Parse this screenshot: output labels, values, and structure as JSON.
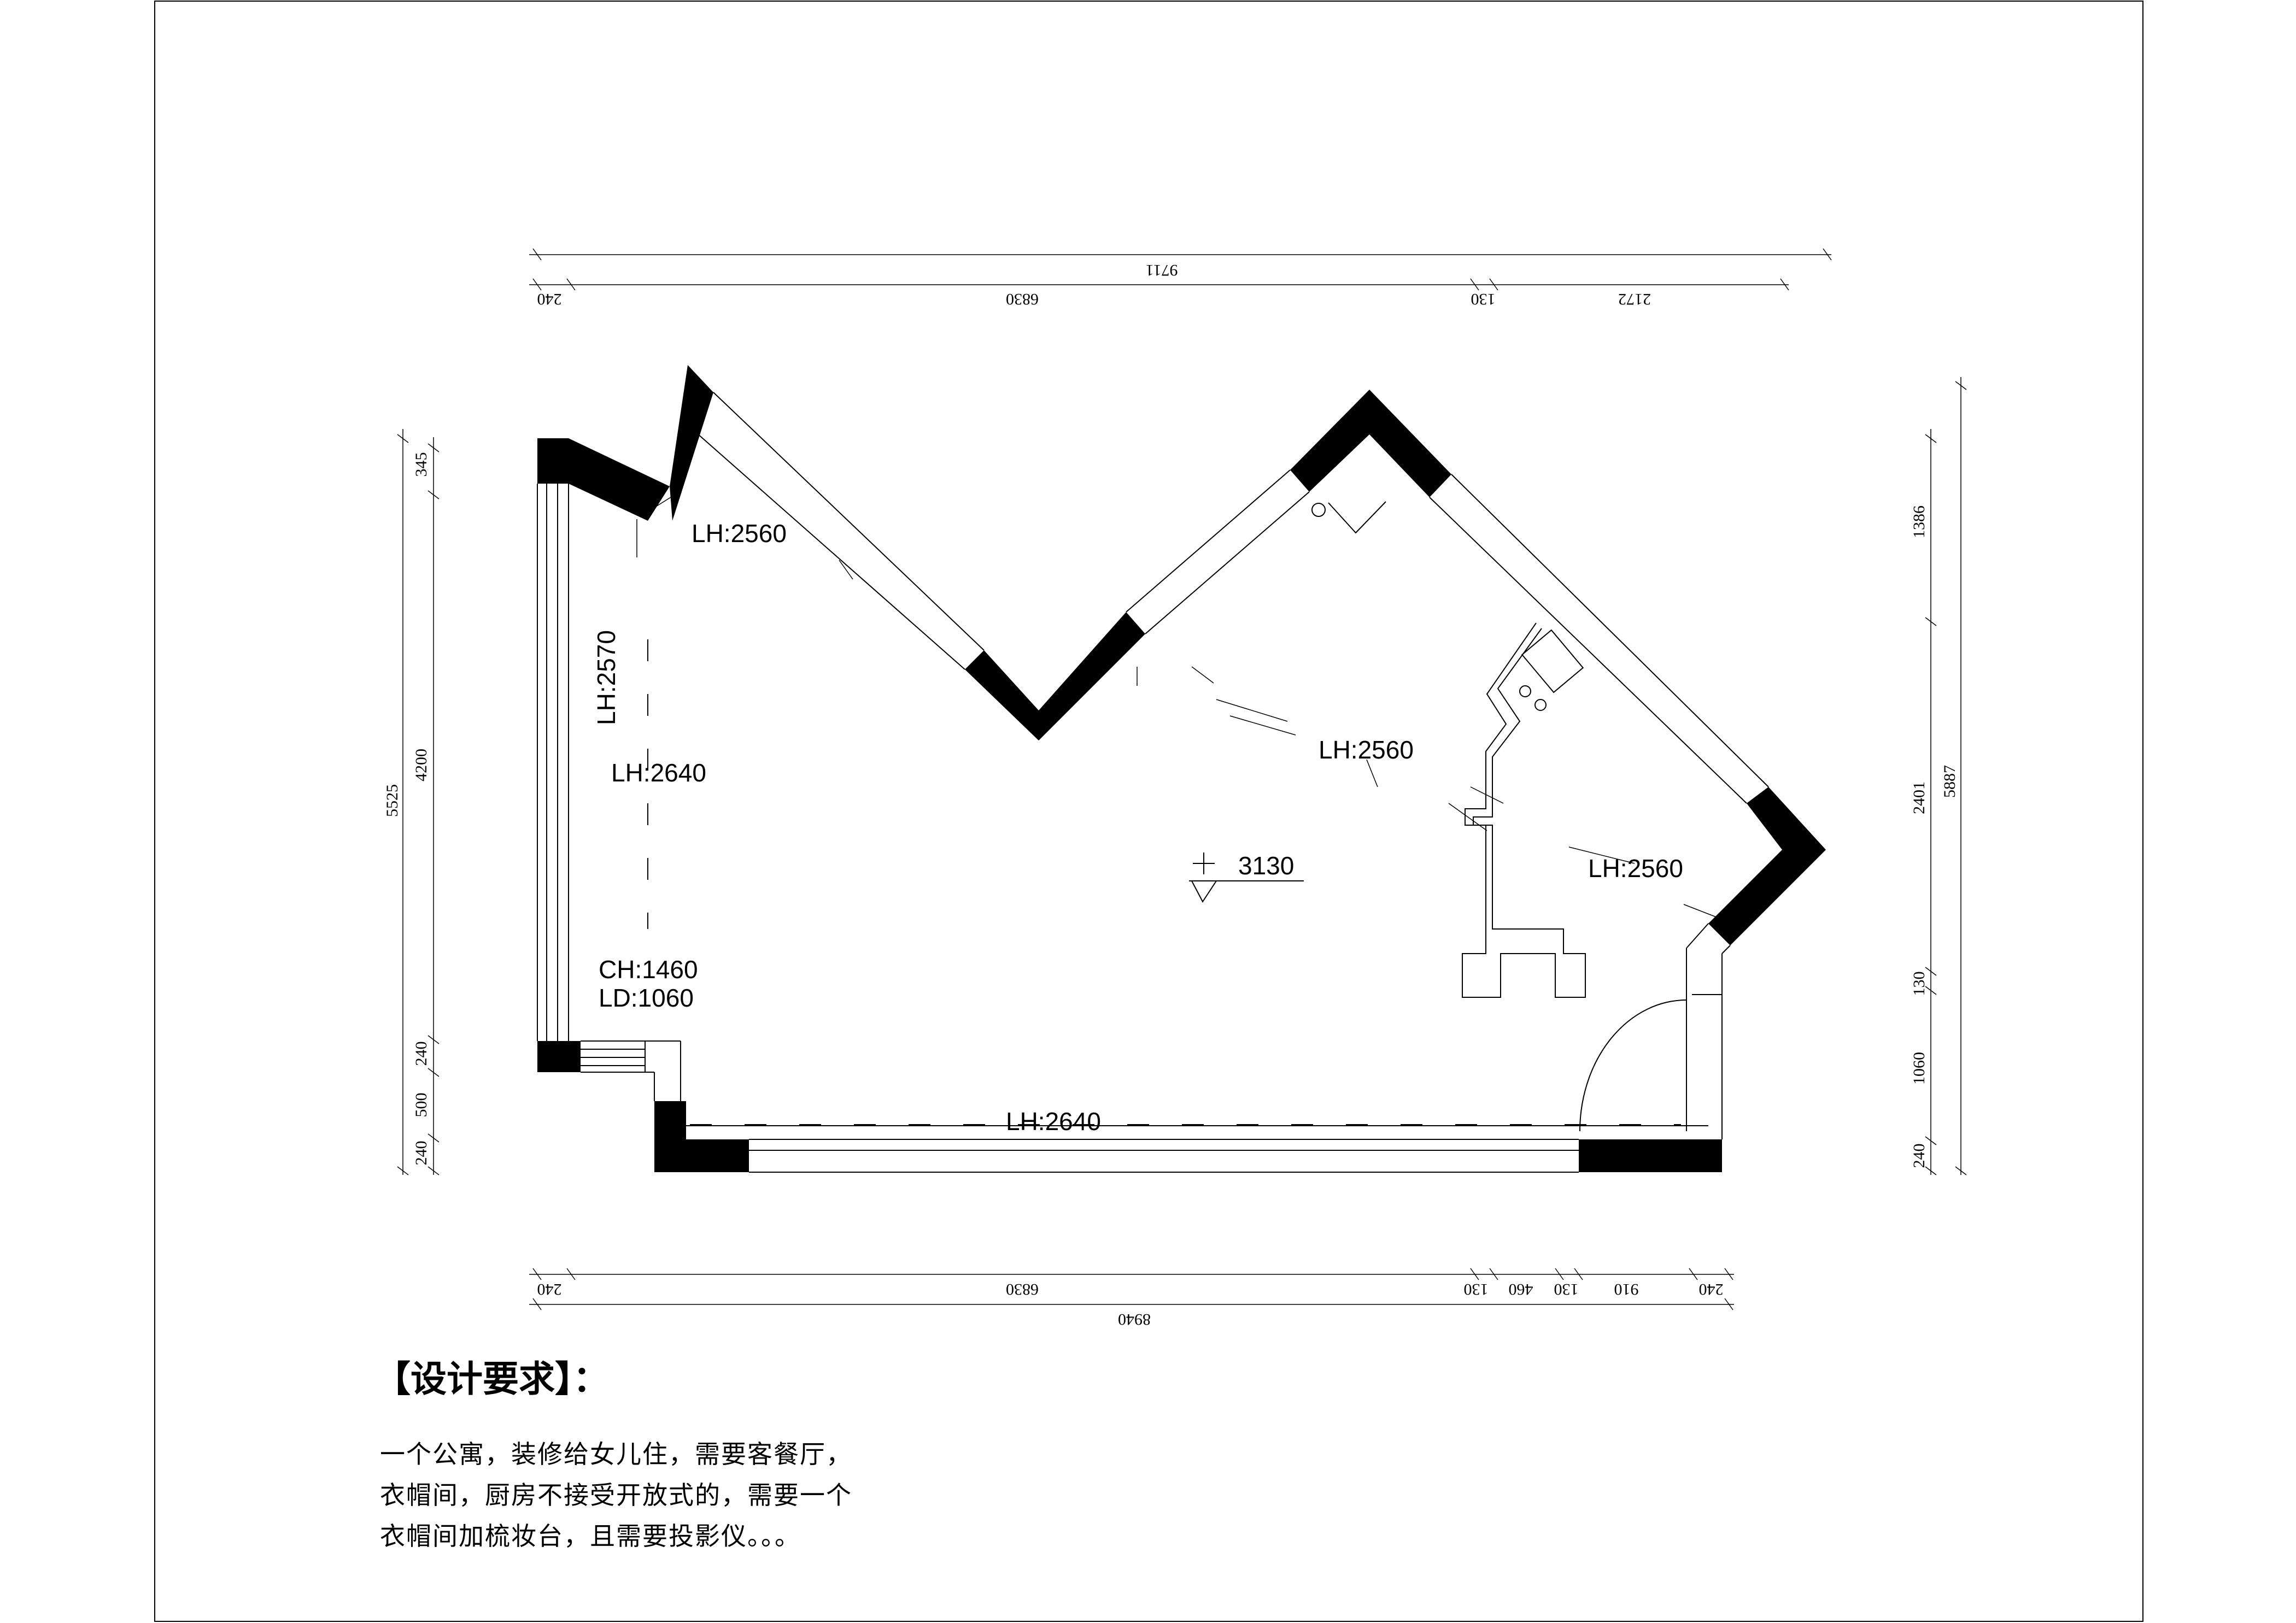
{
  "plan": {
    "top_dims": {
      "overall": "9711",
      "seg1": "240",
      "seg2": "6830",
      "seg3": "130",
      "seg4": "2172"
    },
    "bottom_dims": {
      "overall": "8940",
      "seg1": "240",
      "seg2": "6830",
      "seg3": "130",
      "seg4": "460",
      "seg5": "130",
      "seg6": "910",
      "seg7": "240"
    },
    "left_dims": {
      "overall": "5525",
      "seg1": "345",
      "seg2": "4200",
      "seg3": "240",
      "seg4": "500",
      "seg5": "240"
    },
    "right_dims": {
      "overall": "5887",
      "seg1": "1386",
      "seg2": "2401",
      "seg3": "130",
      "seg4": "1060",
      "seg5": "240"
    },
    "labels": {
      "lh_top_left": "LH:2560",
      "lh_left_vertical": "LH:2570",
      "lh_left": "LH:2640",
      "lh_mid": "LH:2560",
      "lh_right": "LH:2560",
      "lh_bottom": "LH:2640",
      "ch": "CH:1460",
      "ld": "LD:1060",
      "elevation": "3130"
    }
  },
  "requirements": {
    "title": "【设计要求】：",
    "lines": [
      "一个公寓，装修给女儿住，需要客餐厅，",
      "衣帽间，厨房不接受开放式的，需要一个",
      "衣帽间加梳妆台，且需要投影仪。。。"
    ]
  }
}
